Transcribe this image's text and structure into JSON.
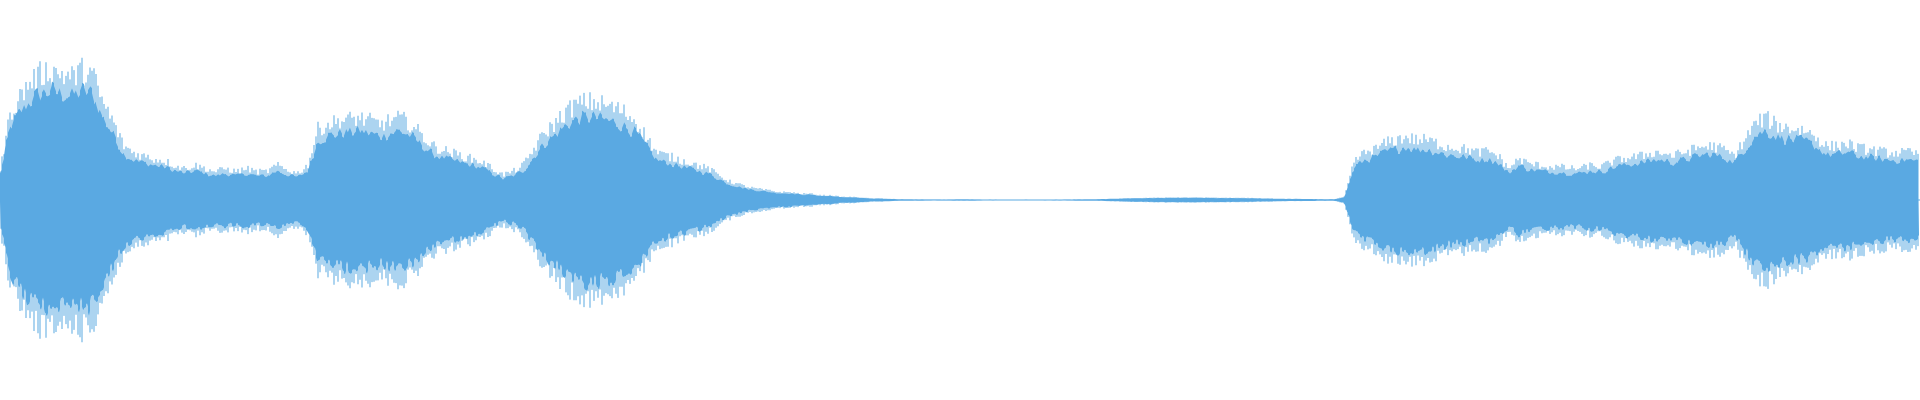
{
  "waveform": {
    "color": "#5aa9e2",
    "background": "#ffffff",
    "amplitude_envelope": [
      0.18,
      0.55,
      0.66,
      0.75,
      0.8,
      0.82,
      0.8,
      0.78,
      0.82,
      0.8,
      0.62,
      0.5,
      0.35,
      0.3,
      0.28,
      0.26,
      0.25,
      0.22,
      0.2,
      0.22,
      0.2,
      0.18,
      0.2,
      0.18,
      0.2,
      0.18,
      0.18,
      0.22,
      0.19,
      0.17,
      0.22,
      0.45,
      0.48,
      0.5,
      0.51,
      0.52,
      0.5,
      0.48,
      0.5,
      0.52,
      0.48,
      0.42,
      0.35,
      0.32,
      0.3,
      0.28,
      0.26,
      0.24,
      0.2,
      0.16,
      0.18,
      0.22,
      0.32,
      0.42,
      0.48,
      0.55,
      0.6,
      0.62,
      0.62,
      0.6,
      0.58,
      0.55,
      0.5,
      0.4,
      0.3,
      0.28,
      0.26,
      0.24,
      0.22,
      0.2,
      0.16,
      0.12,
      0.1,
      0.08,
      0.07,
      0.06,
      0.05,
      0.05,
      0.04,
      0.04,
      0.03,
      0.03,
      0.02,
      0.02,
      0.015,
      0.01,
      0.01,
      0.008,
      0.006,
      0.005,
      0.005,
      0.004,
      0.004,
      0.005,
      0.005,
      0.005,
      0.004,
      0.004,
      0.003,
      0.003,
      0.004,
      0.003,
      0.004,
      0.004,
      0.004,
      0.005,
      0.005,
      0.006,
      0.008,
      0.01,
      0.012,
      0.012,
      0.014,
      0.015,
      0.016,
      0.016,
      0.016,
      0.016,
      0.015,
      0.014,
      0.014,
      0.013,
      0.012,
      0.011,
      0.01,
      0.009,
      0.008,
      0.008,
      0.007,
      0.006,
      0.006,
      0.02,
      0.25,
      0.3,
      0.32,
      0.36,
      0.38,
      0.4,
      0.38,
      0.38,
      0.36,
      0.34,
      0.33,
      0.32,
      0.3,
      0.31,
      0.28,
      0.2,
      0.26,
      0.23,
      0.22,
      0.21,
      0.21,
      0.2,
      0.2,
      0.22,
      0.21,
      0.24,
      0.26,
      0.27,
      0.28,
      0.3,
      0.3,
      0.28,
      0.3,
      0.32,
      0.34,
      0.34,
      0.32,
      0.28,
      0.38,
      0.48,
      0.52,
      0.48,
      0.46,
      0.45,
      0.44,
      0.4,
      0.34,
      0.34,
      0.36,
      0.33,
      0.32,
      0.31,
      0.3,
      0.3,
      0.3,
      0.29
    ]
  }
}
